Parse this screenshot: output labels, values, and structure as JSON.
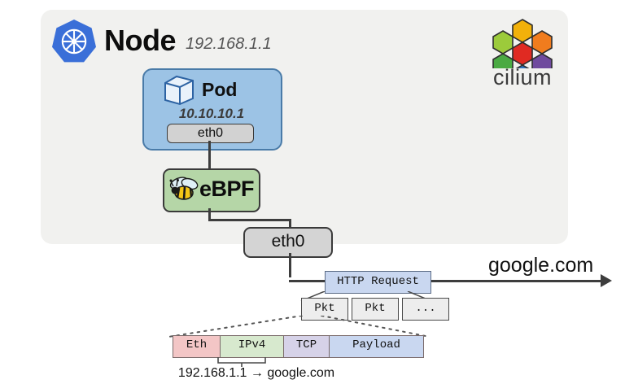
{
  "node": {
    "title": "Node",
    "ip": "192.168.1.1",
    "logo_icon": "kubernetes-logo-icon",
    "bg_color": "#f1f1ef"
  },
  "cilium": {
    "wordmark": "cilium",
    "logo_icon": "cilium-hexagons-icon",
    "hex_colors": {
      "top": "#f2b10a",
      "upper_left": "#9ccb3b",
      "upper_right": "#f07c1e",
      "center": "#e02a22",
      "lower_left": "#4aaa42",
      "lower_right": "#6f4a9e",
      "bottom": "#2f74c0"
    }
  },
  "pod": {
    "label": "Pod",
    "ip": "10.10.10.1",
    "interface": "eth0",
    "cube_icon": "pod-cube-icon",
    "bg_color": "#9cc3e5"
  },
  "ebpf": {
    "label": "eBPF",
    "bee_icon": "ebpf-bee-icon",
    "bg_color": "#b5d6a7"
  },
  "host": {
    "interface": "eth0"
  },
  "flow": {
    "http_label": "HTTP Request",
    "destination": "google.com",
    "arrow_icon": "arrow-right-icon"
  },
  "packets": [
    {
      "label": "Pkt"
    },
    {
      "label": "Pkt"
    },
    {
      "label": "..."
    }
  ],
  "packet_structure": {
    "fields": [
      {
        "name": "Eth",
        "color": "#f3c6c6",
        "width": 58
      },
      {
        "name": "IPv4",
        "color": "#d7e9ce",
        "width": 78
      },
      {
        "name": "TCP",
        "color": "#d6d2e8",
        "width": 56
      },
      {
        "name": "Payload",
        "color": "#c9d7f0",
        "width": 115
      }
    ],
    "annotation": "192.168.1.1 → google.com"
  }
}
